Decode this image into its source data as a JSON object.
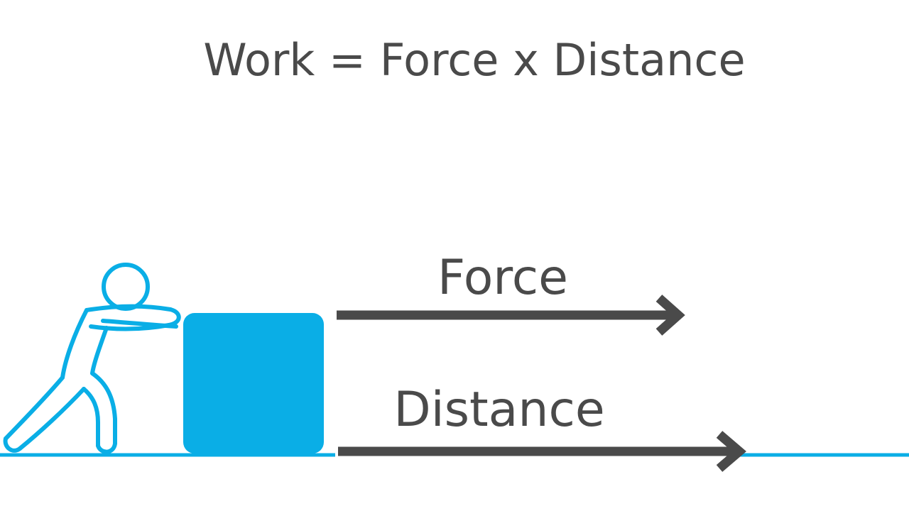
{
  "title": "Work = Force x Distance",
  "labels": {
    "force": "Force",
    "distance": "Distance"
  },
  "colors": {
    "background": "#ffffff",
    "accent": "#0aaee6",
    "text": "#4a4a4a",
    "arrow": "#4a4a4a"
  },
  "icons": {
    "person": "person-pushing-icon",
    "box": "box-icon"
  }
}
